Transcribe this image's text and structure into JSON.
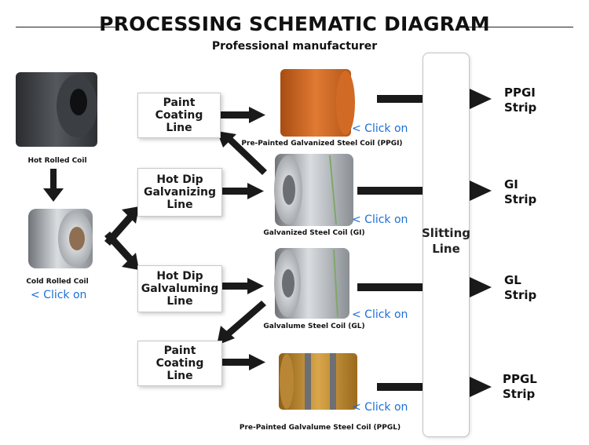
{
  "header": {
    "title": "PROCESSING SCHEMATIC DIAGRAM",
    "subtitle": "Professional manufacturer"
  },
  "inputs": {
    "hot_rolled": "Hot Rolled Coil",
    "cold_rolled": "Cold Rolled Coil",
    "cold_rolled_link": "< Click on"
  },
  "process_lines": {
    "paint_coating_top": "Paint Coating\nLine",
    "hot_dip_galvanizing": "Hot Dip\nGalvanizing\nLine",
    "hot_dip_galvaluming": "Hot Dip\nGalvaluming\nLine",
    "paint_coating_bottom": "Paint Coating\nLine"
  },
  "products": {
    "ppgi": {
      "label": "Pre-Painted Galvanized Steel Coil (PPGI)",
      "link": "< Click on"
    },
    "gi": {
      "label": "Galvanized Steel Coil (GI)",
      "link": "< Click on"
    },
    "gl": {
      "label": "Galvalume Steel Coil (GL)",
      "link": "< Click on"
    },
    "ppgl": {
      "label": "Pre-Painted Galvalume Steel Coil (PPGL)",
      "link": "< Click on"
    }
  },
  "slitting": "Slitting\nLine",
  "outputs": {
    "ppgi": "PPGI\nStrip",
    "gi": "GI\nStrip",
    "gl": "GL\nStrip",
    "ppgl": "PPGL\nStrip"
  },
  "colors": {
    "link": "#1b6fd8",
    "arrow": "#1a1a1a",
    "ppgi_coil": "#c8621f",
    "ppgl_coil": "#c9902c"
  }
}
